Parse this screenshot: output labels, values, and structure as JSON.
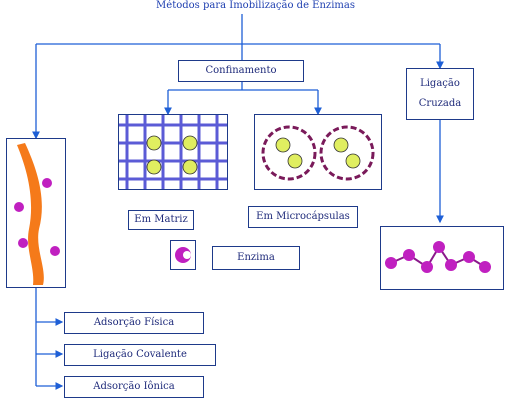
{
  "title": "Métodos para Imobilização de Enzimas",
  "confinamento": "Confinamento",
  "ligacao_cruzada": [
    "Ligação",
    "Cruzada"
  ],
  "em_matriz": "Em Matriz",
  "em_microcapsulas": "Em Microcápsulas",
  "enzima": "Enzima",
  "adsorcao": [
    "Adsorção Física",
    "Ligação Covalente",
    "Adsorção Iônica"
  ],
  "colors": {
    "line": "#1e3a8a",
    "enzyme": "#e0ee60",
    "magenta": "#c020c0",
    "support": "#f57a1a",
    "grid": "#5b5bd6"
  }
}
